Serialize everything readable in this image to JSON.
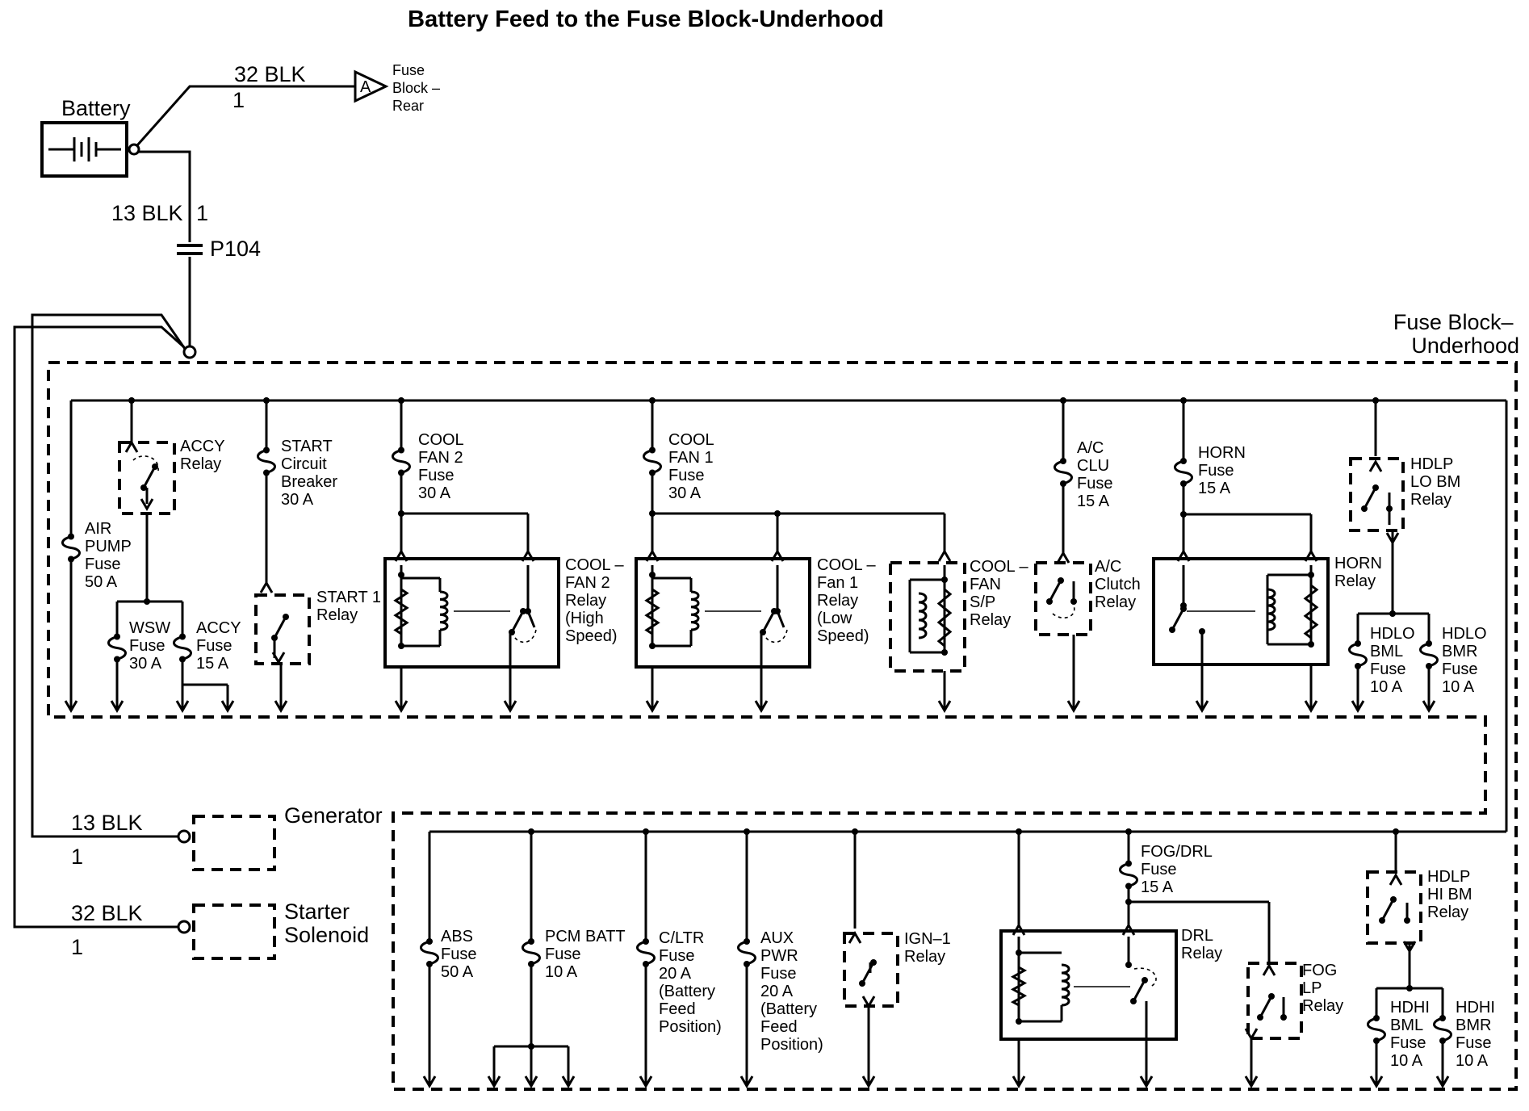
{
  "title": "Battery Feed to the Fuse Block-Underhood",
  "battery": {
    "label": "Battery"
  },
  "top_wire": {
    "gauge": "32 BLK",
    "pin": "1",
    "connector": "A",
    "dest_lines": [
      "Fuse",
      "Block –",
      "Rear"
    ]
  },
  "feed_wire": {
    "gauge": "13 BLK",
    "pin": "1",
    "splice": "P104"
  },
  "fuse_block_label": [
    "Fuse Block–",
    "Underhood"
  ],
  "generator": {
    "gauge": "13 BLK",
    "pin": "1",
    "label": "Generator"
  },
  "starter": {
    "gauge": "32 BLK",
    "pin": "1",
    "label_lines": [
      "Starter",
      "Solenoid"
    ]
  },
  "upper_components": [
    {
      "id": "air-pump-fuse",
      "lines": [
        "AIR",
        "PUMP",
        "Fuse",
        "50 A"
      ]
    },
    {
      "id": "accy-relay",
      "lines": [
        "ACCY",
        "Relay"
      ]
    },
    {
      "id": "wsw-fuse",
      "lines": [
        "WSW",
        "Fuse",
        "30 A"
      ]
    },
    {
      "id": "accy-fuse",
      "lines": [
        "ACCY",
        "Fuse",
        "15 A"
      ]
    },
    {
      "id": "start-circuit-breaker",
      "lines": [
        "START",
        "Circuit",
        "Breaker",
        "30 A"
      ]
    },
    {
      "id": "start1-relay",
      "lines": [
        "START 1",
        "Relay"
      ]
    },
    {
      "id": "cool-fan2-fuse",
      "lines": [
        "COOL",
        "FAN 2",
        "Fuse",
        "30 A"
      ]
    },
    {
      "id": "cool-fan2-relay",
      "lines": [
        "COOL –",
        "FAN 2",
        "Relay",
        "(High",
        "Speed)"
      ]
    },
    {
      "id": "cool-fan1-fuse",
      "lines": [
        "COOL",
        "FAN 1",
        "Fuse",
        "30 A"
      ]
    },
    {
      "id": "cool-fan1-relay",
      "lines": [
        "COOL –",
        "Fan 1",
        "Relay",
        "(Low",
        "Speed)"
      ]
    },
    {
      "id": "cool-fan-sp-relay",
      "lines": [
        "COOL –",
        "FAN",
        "S/P",
        "Relay"
      ]
    },
    {
      "id": "ac-clu-fuse",
      "lines": [
        "A/C",
        "CLU",
        "Fuse",
        "15 A"
      ]
    },
    {
      "id": "ac-clutch-relay",
      "lines": [
        "A/C",
        "Clutch",
        "Relay"
      ]
    },
    {
      "id": "horn-fuse",
      "lines": [
        "HORN",
        "Fuse",
        "15 A"
      ]
    },
    {
      "id": "horn-relay",
      "lines": [
        "HORN",
        "Relay"
      ]
    },
    {
      "id": "hdlp-lo-bm-relay",
      "lines": [
        "HDLP",
        "LO BM",
        "Relay"
      ]
    },
    {
      "id": "hdlo-bml-fuse",
      "lines": [
        "HDLO",
        "BML",
        "Fuse",
        "10 A"
      ]
    },
    {
      "id": "hdlo-bmr-fuse",
      "lines": [
        "HDLO",
        "BMR",
        "Fuse",
        "10 A"
      ]
    }
  ],
  "lower_components": [
    {
      "id": "abs-fuse",
      "lines": [
        "ABS",
        "Fuse",
        "50 A"
      ]
    },
    {
      "id": "pcm-batt-fuse",
      "lines": [
        "PCM BATT",
        "Fuse",
        "10 A"
      ]
    },
    {
      "id": "c-ltr-fuse",
      "lines": [
        "C/LTR",
        "Fuse",
        "20 A",
        "(Battery",
        "Feed",
        "Position)"
      ]
    },
    {
      "id": "aux-pwr-fuse",
      "lines": [
        "AUX",
        "PWR",
        "Fuse",
        "20 A",
        "(Battery",
        "Feed",
        "Position)"
      ]
    },
    {
      "id": "ign1-relay",
      "lines": [
        "IGN–1",
        "Relay"
      ]
    },
    {
      "id": "fog-drl-fuse",
      "lines": [
        "FOG/DRL",
        "Fuse",
        "15 A"
      ]
    },
    {
      "id": "drl-relay",
      "lines": [
        "DRL",
        "Relay"
      ]
    },
    {
      "id": "fog-lp-relay",
      "lines": [
        "FOG",
        "LP",
        "Relay"
      ]
    },
    {
      "id": "hdlp-hi-bm-relay",
      "lines": [
        "HDLP",
        "HI BM",
        "Relay"
      ]
    },
    {
      "id": "hdhi-bml-fuse",
      "lines": [
        "HDHI",
        "BML",
        "Fuse",
        "10 A"
      ]
    },
    {
      "id": "hdhi-bmr-fuse",
      "lines": [
        "HDHI",
        "BMR",
        "Fuse",
        "10 A"
      ]
    }
  ]
}
